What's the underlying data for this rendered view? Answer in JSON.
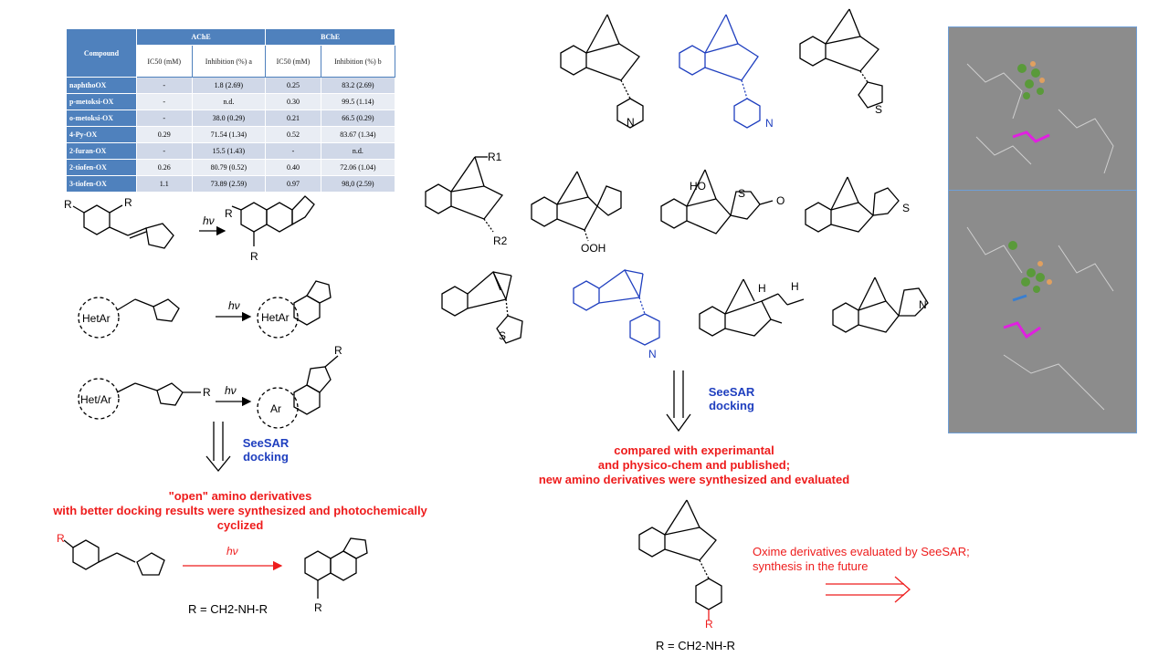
{
  "table": {
    "compound_header": "Compound",
    "ache_header": "AChE",
    "bche_header": "BChE",
    "sub_headers": [
      "IC50 (mM)",
      "Inhibition (%) a",
      "IC50 (mM)",
      "Inhibition (%) b"
    ],
    "rows": [
      {
        "compound": "naphthoOX",
        "ic50_ache": "-",
        "inh_ache": "1.8 (2.69)",
        "ic50_bche": "0.25",
        "inh_bche": "83.2 (2.69)"
      },
      {
        "compound": "p-metoksi-OX",
        "ic50_ache": "-",
        "inh_ache": "n.d.",
        "ic50_bche": "0.30",
        "inh_bche": "99.5 (1.14)"
      },
      {
        "compound": "o-metoksi-OX",
        "ic50_ache": "-",
        "inh_ache": "38.0 (0.29)",
        "ic50_bche": "0.21",
        "inh_bche": "66.5 (0.29)"
      },
      {
        "compound": "4-Py-OX",
        "ic50_ache": "0.29",
        "inh_ache": "71.54 (1.34)",
        "ic50_bche": "0.52",
        "inh_bche": "83.67 (1.34)"
      },
      {
        "compound": "2-furan-OX",
        "ic50_ache": "-",
        "inh_ache": "15.5 (1.43)",
        "ic50_bche": "-",
        "inh_bche": "n.d."
      },
      {
        "compound": "2-tiofen-OX",
        "ic50_ache": "0.26",
        "inh_ache": "80.79 (0.52)",
        "ic50_bche": "0.40",
        "inh_bche": "72.06 (1.04)"
      },
      {
        "compound": "3-tiofen-OX",
        "ic50_ache": "1.1",
        "inh_ache": "73.89 (2.59)",
        "ic50_bche": "0.97",
        "inh_bche": "98,0 (2.59)"
      }
    ]
  },
  "left": {
    "hv": "hν",
    "het_ar": "HetAr",
    "het_slash_ar": "Het/Ar",
    "ar": "Ar",
    "r": "R",
    "seesar_label": "SeeSAR",
    "docking_label": "docking",
    "red_text_line1": "\"open\" amino derivatives",
    "red_text_line2": "with better docking results were synthesized and photochemically",
    "red_text_line3": "cyclized",
    "r_definition": "R = CH2-NH-R"
  },
  "middle": {
    "seesar_label": "SeeSAR",
    "docking_label": "docking",
    "red_line1": "compared with experimantal",
    "red_line2": "and physico-chem and published;",
    "red_line3": "new amino derivatives were synthesized and evaluated",
    "r_definition": "R = CH2-NH-R",
    "oxime_line1": "Oxime derivatives evaluated by SeeSAR;",
    "oxime_line2": "synthesis in the future",
    "labels": {
      "r1": "R1",
      "r2": "R2",
      "n": "N",
      "s": "S",
      "o": "O",
      "ho": "HO",
      "ooh": "OOH",
      "h": "H",
      "r": "R"
    }
  },
  "colors": {
    "accent_red": "#ee1c1c",
    "accent_blue": "#1f3fbf",
    "table_header": "#4f81bd"
  }
}
